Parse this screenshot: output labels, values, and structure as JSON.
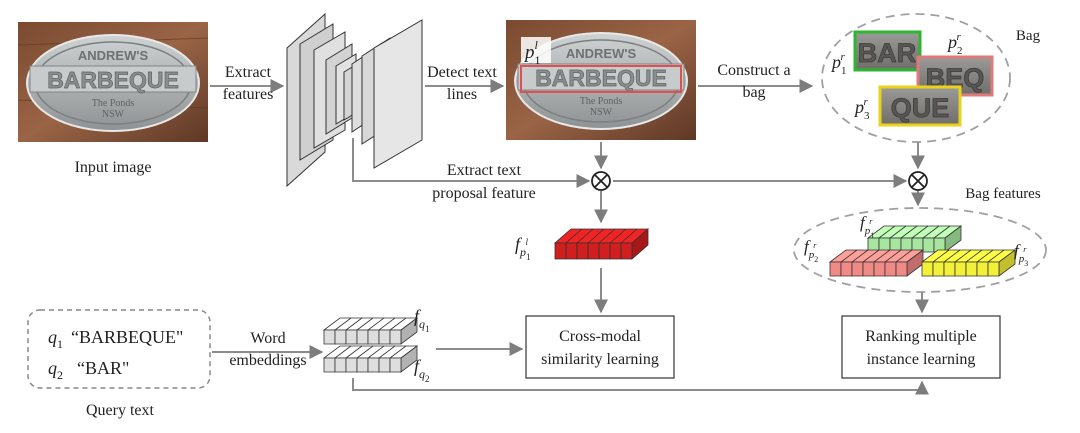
{
  "input_image": {
    "caption": "Input image",
    "sign_top": "ANDREW'S",
    "sign_main": "BARBEQUE",
    "sign_sub1": "The Ponds",
    "sign_sub2": "NSW"
  },
  "steps": {
    "extract_features": [
      "Extract",
      "features"
    ],
    "detect_text_lines": [
      "Detect text",
      "lines"
    ],
    "construct_bag": [
      "Construct a",
      "bag"
    ],
    "extract_proposal": [
      "Extract text",
      "proposal feature"
    ],
    "word_embeddings": [
      "Word",
      "embeddings"
    ]
  },
  "bag": {
    "title": "Bag",
    "crops": [
      "BAR",
      "BEQ",
      "QUE"
    ],
    "colors": {
      "p1": "#2fb52f",
      "p2": "#e07a7a",
      "p3": "#e8d21a"
    }
  },
  "bag_features": {
    "title": "Bag features",
    "colors": {
      "p1": "#a8e6a0",
      "p2": "#f08a86",
      "p3": "#f3f03a"
    }
  },
  "text_line_feature_color": "#d11f1f",
  "query": {
    "caption": "Query text",
    "items": [
      {
        "sym": "q",
        "sub": "1",
        "text": "“BARBEQUE\""
      },
      {
        "sym": "q",
        "sub": "2",
        "text": "“BAR\""
      }
    ]
  },
  "boxes": {
    "cross_modal": [
      "Cross-modal",
      "similarity learning"
    ],
    "ranking": [
      "Ranking multiple",
      "instance learning"
    ]
  },
  "symbols": {
    "p": "p",
    "f": "f",
    "l": "l",
    "r": "r",
    "sub1": "1",
    "sub2": "2",
    "sub3": "3",
    "q": "q",
    "otimes": "⊗"
  }
}
